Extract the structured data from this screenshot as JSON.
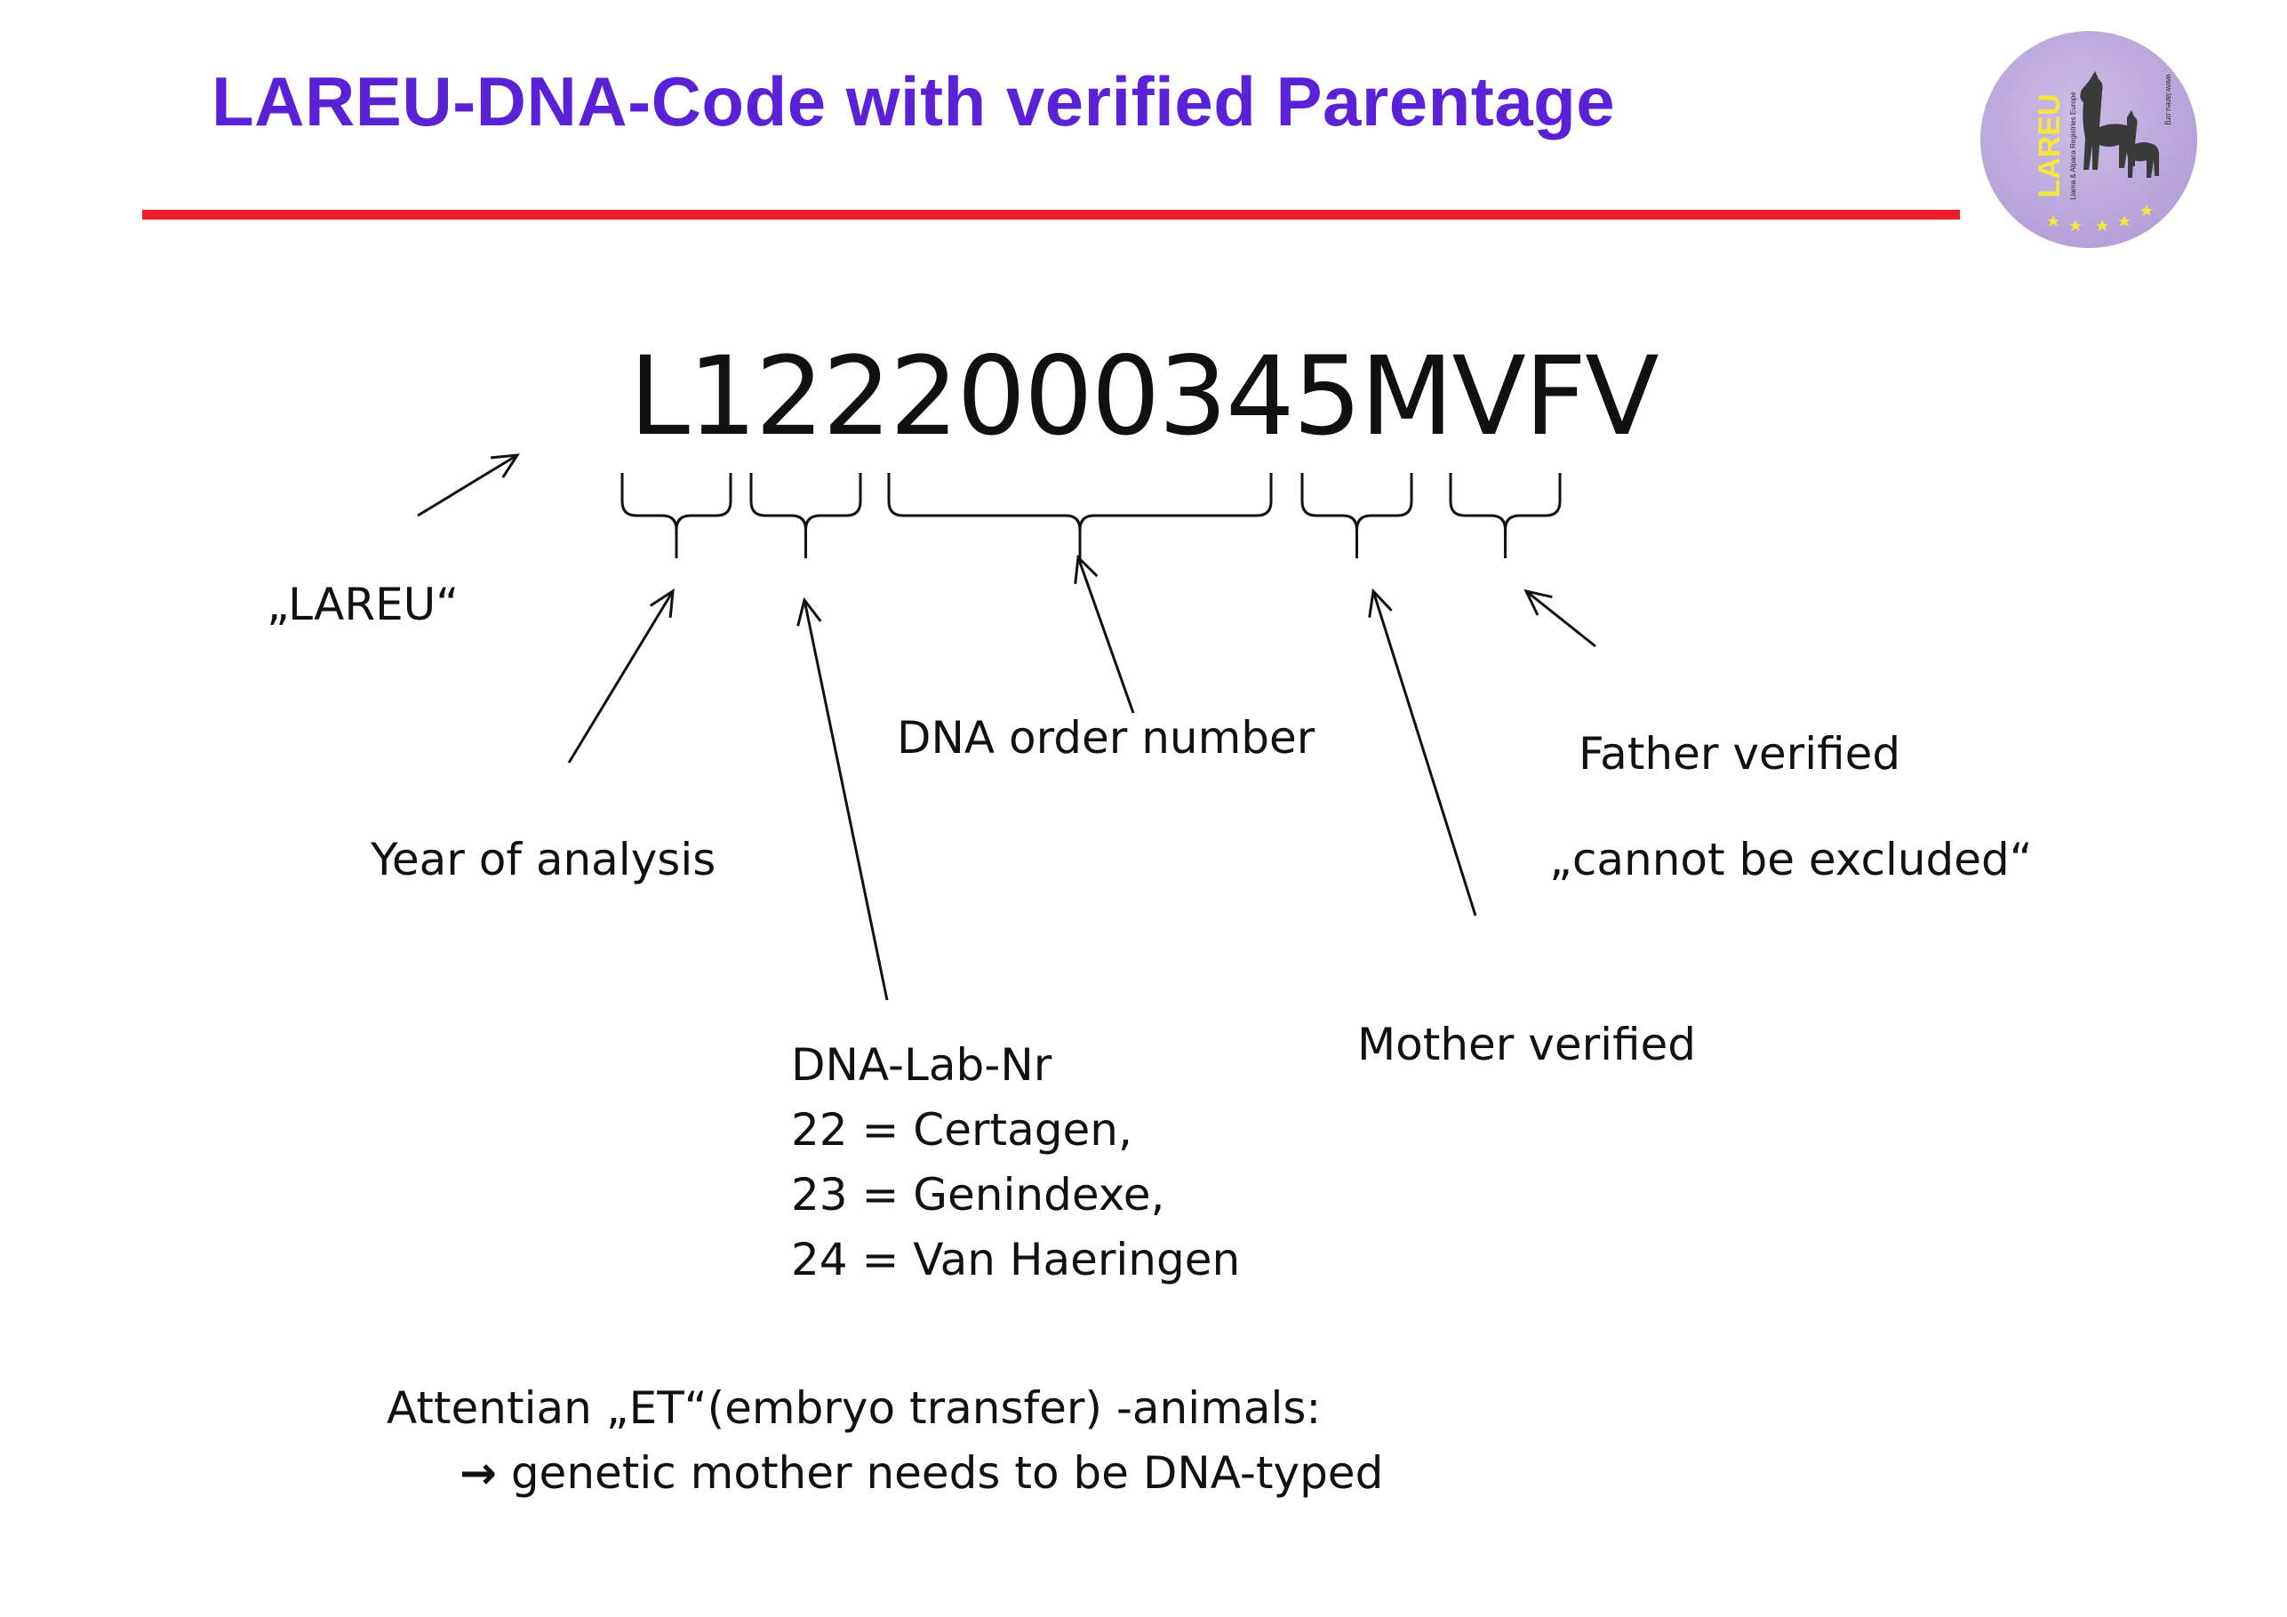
{
  "slide": {
    "title": "LAREU-DNA-Code with verified  Parentage",
    "title_color": "#5a22d6",
    "rule_color": "#ee1c24",
    "code": "L1222000345MVFV",
    "labels": {
      "lareu": "„LAREU“",
      "year": "Year of analysis",
      "order": "DNA order number",
      "father": "Father verified",
      "father_note": "„cannot be excluded“",
      "mother": "Mother verified"
    },
    "lab_list": [
      "DNA-Lab-Nr",
      "22 = Certagen,",
      "23 = Genindexe,",
      "24 = Van Haeringen"
    ],
    "note": {
      "line1": "Attentian „ET“(embryo transfer) -animals:",
      "arrow_glyph": "→",
      "line2": "genetic mother needs to be DNA-typed"
    },
    "logo": {
      "text": "LAREU",
      "subtitle": "Llama & Alpaca Registries Europe",
      "url": "www.lareu.org",
      "bg_color": "#b5a0d8",
      "icon": "llama-alpaca-logo-icon"
    },
    "ink_color": "#111111"
  }
}
